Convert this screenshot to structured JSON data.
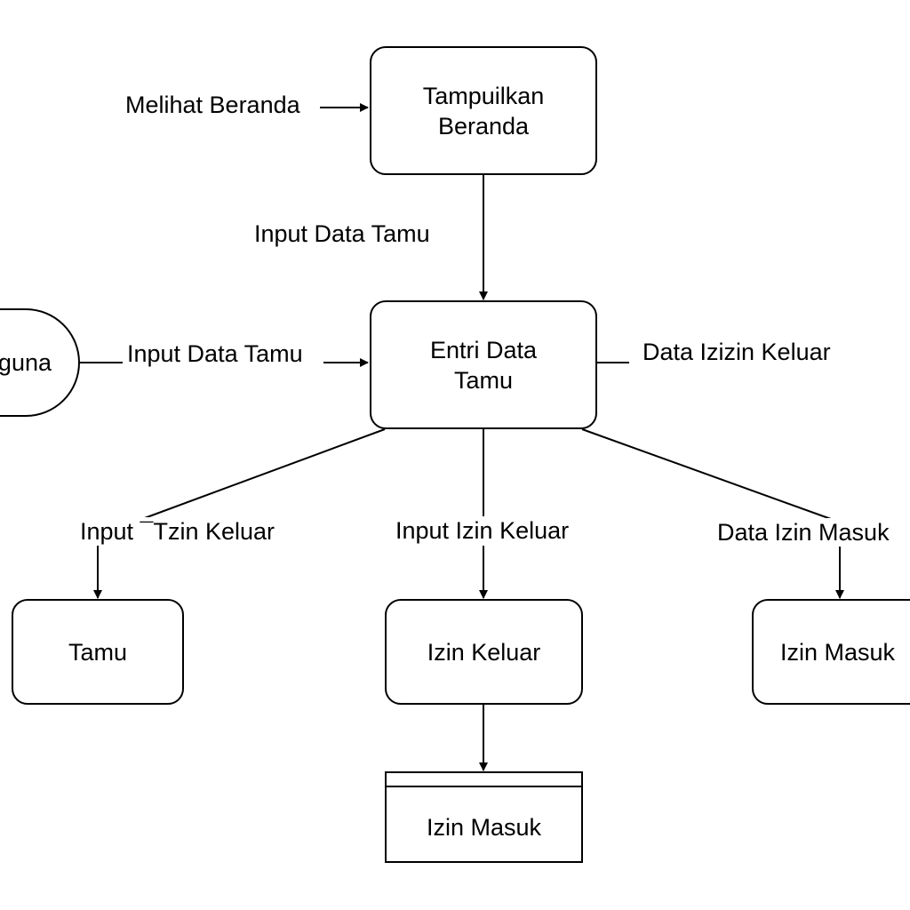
{
  "nodes": {
    "tampilkan_beranda": "Tampuilkan\nBeranda",
    "entri_data_tamu": "Entri Data\nTamu",
    "pengguna": "guna",
    "tamu": "Tamu",
    "izin_keluar": "Izin Keluar",
    "izin_masuk": "Izin Masuk",
    "izin_masuk_store": "Izin Masuk"
  },
  "edges": {
    "melihat_beranda": "Melihat Beranda",
    "input_data_tamu_down": "Input Data Tamu",
    "input_data_tamu_left": "Input Data Tamu",
    "data_izizin_keluar": "Data Izizin Keluar",
    "input_tzin_keluar": "Input ¯Tzin Keluar",
    "input_izin_keluar": "Input Izin Keluar",
    "data_izin_masuk": "Data Izin Masuk"
  },
  "colors": {
    "stroke": "#000000",
    "background": "#ffffff"
  }
}
